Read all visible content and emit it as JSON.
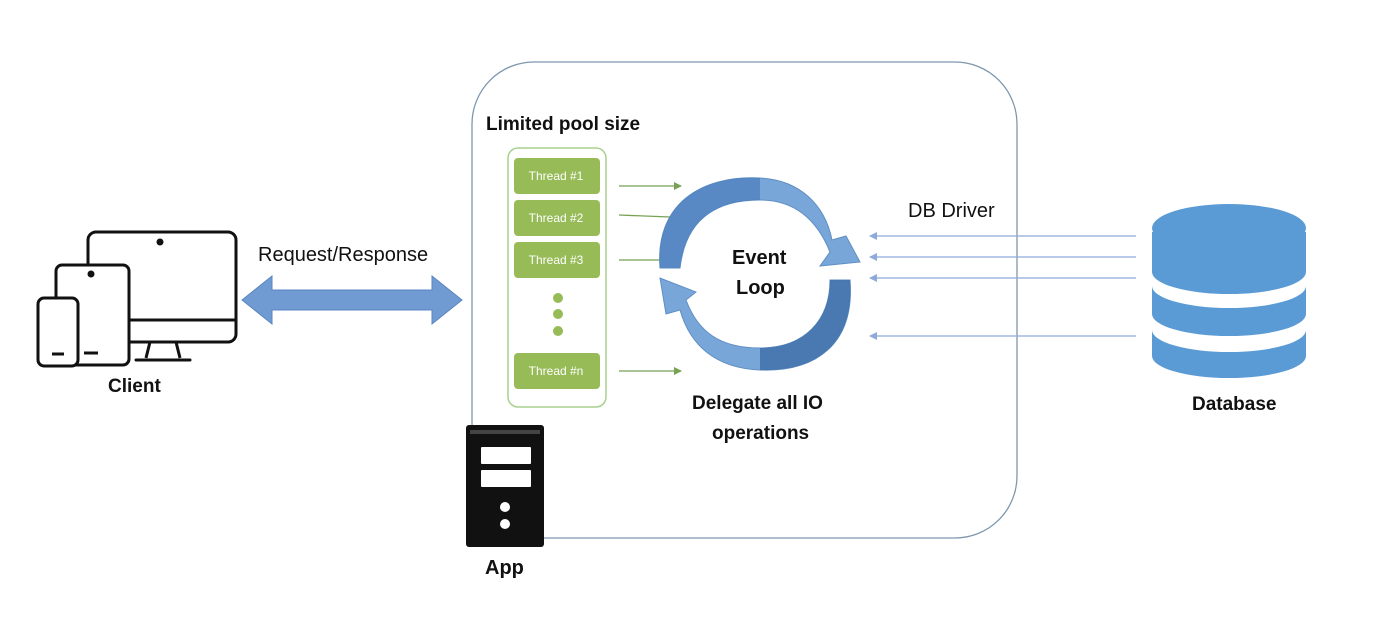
{
  "client": {
    "label": "Client"
  },
  "request_response": {
    "label": "Request/Response"
  },
  "app": {
    "label": "App",
    "pool_title": "Limited pool size",
    "threads": [
      "Thread #1",
      "Thread #2",
      "Thread #3",
      "Thread #n"
    ],
    "event_loop_line1": "Event",
    "event_loop_line2": "Loop",
    "delegate_line1": "Delegate all IO",
    "delegate_line2": "operations"
  },
  "db_driver": {
    "label": "DB Driver"
  },
  "database": {
    "label": "Database"
  },
  "colors": {
    "double_arrow": "#6f9ad2",
    "thread_fill": "#96bb57",
    "pool_border": "#a9d18e",
    "app_border": "#7d97ad",
    "small_arrow": "#77a256",
    "driver_arrow": "#8eaadb",
    "loop_light": "#79a6d8",
    "loop_dark": "#3e6ea8",
    "database": "#5b9bd5"
  },
  "icons": [
    "devices-icon",
    "server-tower-icon",
    "database-icon",
    "event-loop-cycle-icon",
    "double-arrow-icon"
  ]
}
